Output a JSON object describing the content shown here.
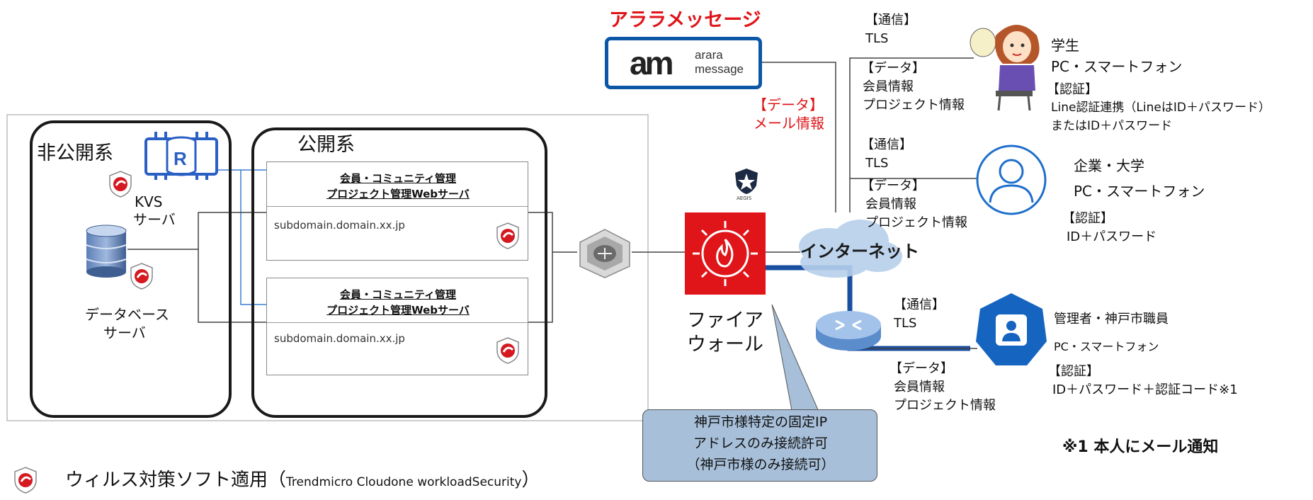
{
  "colors": {
    "red": "#e0151a",
    "blue_dark": "#0c56a6",
    "blue_line": "#1a4fa0",
    "grey_line": "#9a9a9a",
    "callout_bg": "#a7bfd9"
  },
  "arara": {
    "title": "アララメッセージ",
    "logo_mark": "am",
    "logo_word1": "arara",
    "logo_word2": "message",
    "data_label": "【データ】",
    "data_value": "メール情報"
  },
  "private_zone": {
    "title": "非公開系",
    "kvs_label_1": "KVS",
    "kvs_label_2": "サーバ",
    "kvs_icon_letter": "R",
    "db_label_1": "データベース",
    "db_label_2": "サーバ"
  },
  "public_zone": {
    "title": "公開系",
    "servers": [
      {
        "title_1": "会員・コミュニティ管理",
        "title_2": "プロジェクト管理Webサーバ",
        "domain": "subdomain.domain.xx.jp"
      },
      {
        "title_1": "会員・コミュニティ管理",
        "title_2": "プロジェクト管理Webサーバ",
        "domain": "subdomain.domain.xx.jp"
      }
    ]
  },
  "firewall": {
    "badge": "AEGIS",
    "label_1": "ファイア",
    "label_2": "ウォール"
  },
  "internet": {
    "label": "インターネット"
  },
  "callout": {
    "line1": "神戸市様特定の固定IP",
    "line2": "アドレスのみ接続許可",
    "line3": "（神戸市様のみ接続可）"
  },
  "clients": [
    {
      "comm_label": "【通信】",
      "comm_value": "TLS",
      "data_label": "【データ】",
      "data_lines": [
        "会員情報",
        "プロジェクト情報"
      ],
      "name": "学生",
      "device": "PC・スマートフォン",
      "auth_label": "【認証】",
      "auth_lines": [
        "Line認証連携（LineはID＋パスワード）",
        "またはID＋パスワード"
      ]
    },
    {
      "comm_label": "【通信】",
      "comm_value": "TLS",
      "data_label": "【データ】",
      "data_lines": [
        "会員情報",
        "プロジェクト情報"
      ],
      "name": "企業・大学",
      "device": "PC・スマートフォン",
      "auth_label": "【認証】",
      "auth_lines": [
        "ID＋パスワード"
      ]
    },
    {
      "comm_label": "【通信】",
      "comm_value": "TLS",
      "data_label": "【データ】",
      "data_lines": [
        "会員情報",
        "プロジェクト情報"
      ],
      "name": "管理者・神戸市職員",
      "device": "PC・スマートフォン",
      "auth_label": "【認証】",
      "auth_lines": [
        "ID＋パスワード＋認証コード※1"
      ]
    }
  ],
  "footnote": "※1 本人にメール通知",
  "legend": {
    "text": "ウィルス対策ソフト適用（",
    "product": "Trendmicro Cloudone workloadSecurity",
    "close": "）"
  }
}
